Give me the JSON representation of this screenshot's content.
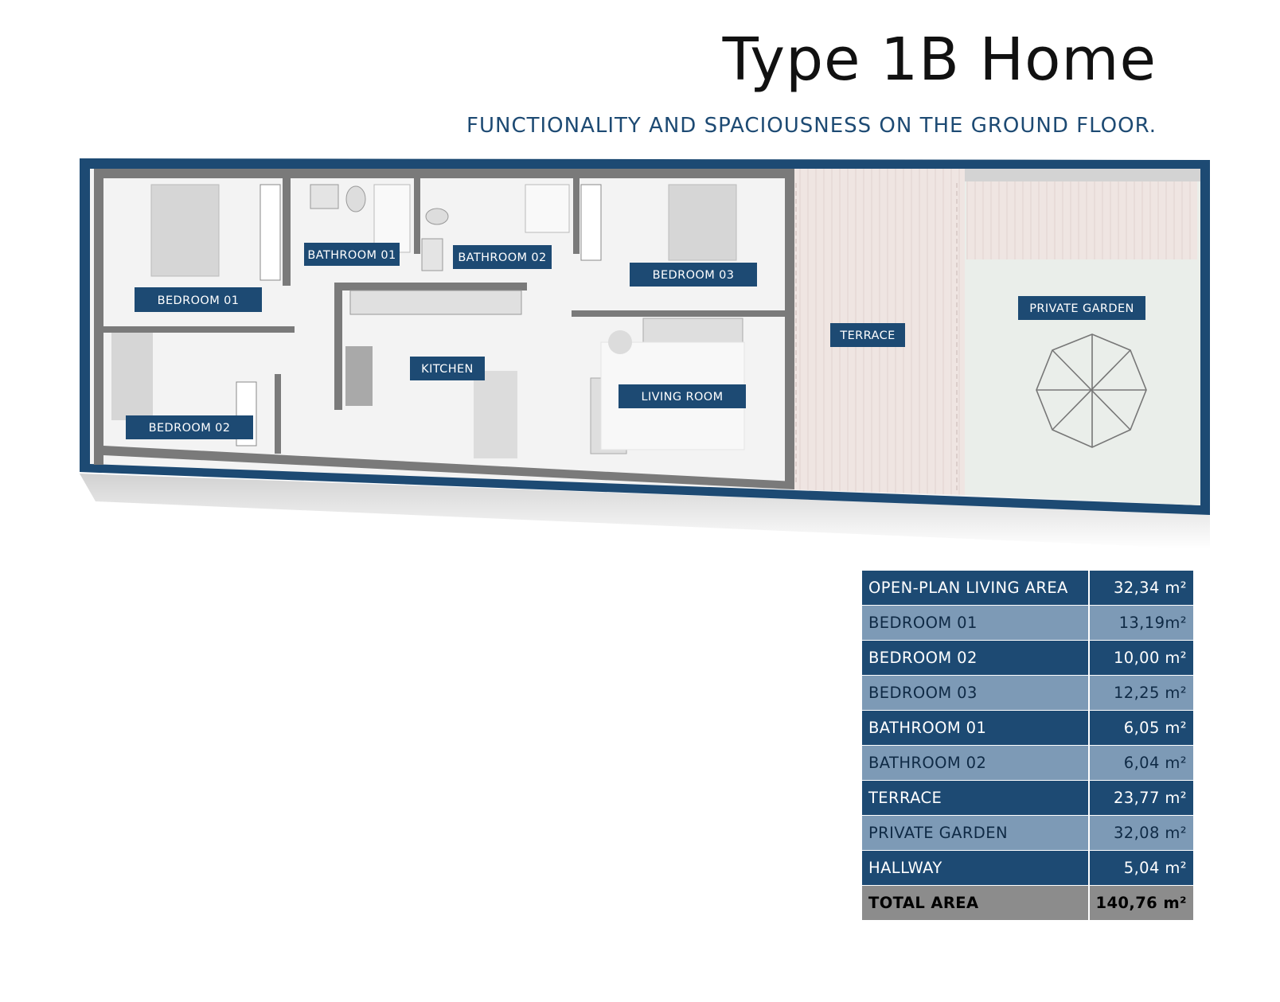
{
  "header": {
    "title": "Type 1B Home",
    "subtitle": "FUNCTIONALITY AND SPACIOUSNESS ON THE GROUND FLOOR."
  },
  "floorplan": {
    "labels": {
      "bedroom01": "BEDROOM 01",
      "bathroom01": "BATHROOM 01",
      "bathroom02": "BATHROOM 02",
      "bedroom03": "BEDROOM 03",
      "bedroom02": "BEDROOM 02",
      "kitchen": "KITCHEN",
      "living_room": "LIVING ROOM",
      "terrace": "TERRACE",
      "private_garden": "PRIVATE GARDEN"
    }
  },
  "areas_table": {
    "rows": [
      {
        "name": "OPEN-PLAN LIVING AREA",
        "value": "32,34 m²"
      },
      {
        "name": "BEDROOM 01",
        "value": "13,19m²"
      },
      {
        "name": "BEDROOM 02",
        "value": "10,00 m²"
      },
      {
        "name": "BEDROOM 03",
        "value": "12,25 m²"
      },
      {
        "name": "BATHROOM 01",
        "value": "6,05 m²"
      },
      {
        "name": "BATHROOM 02",
        "value": "6,04 m²"
      },
      {
        "name": "TERRACE",
        "value": "23,77 m²"
      },
      {
        "name": "PRIVATE GARDEN",
        "value": "32,08 m²"
      },
      {
        "name": "HALLWAY",
        "value": "5,04 m²"
      }
    ],
    "total": {
      "name": "TOTAL AREA",
      "value": "140,76 m²"
    }
  },
  "colors": {
    "navy": "#1d4a73",
    "light_row": "#7d9ab6",
    "total_row": "#8c8c8c"
  }
}
